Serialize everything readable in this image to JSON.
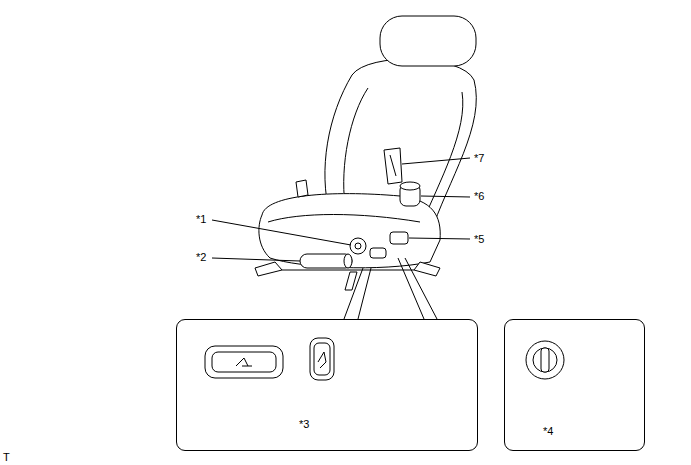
{
  "diagram": {
    "nodes": [
      {
        "text": [
          "*3"
        ]
      },
      {
        "text": [
          "*4"
        ]
      }
    ],
    "labels": [
      "*7",
      "*6",
      "*1",
      "*5",
      "*2",
      "T"
    ]
  }
}
